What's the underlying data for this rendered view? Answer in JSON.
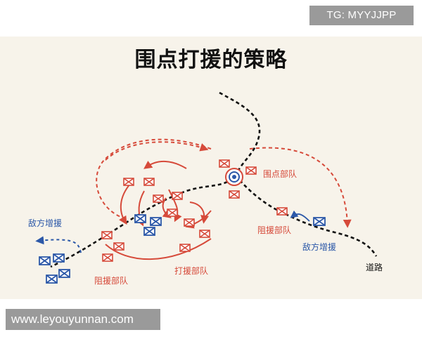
{
  "watermark_top": "TG: MYYJJPP",
  "watermark_bottom": "www.leyouyunnan.com",
  "title": "围点打援的策略",
  "labels": {
    "siege_unit": "围点部队",
    "block_unit_right": "阻援部队",
    "enemy_reinforce_left": "敌方增援",
    "enemy_reinforce_right": "敌方增援",
    "block_unit_bottom": "阻援部队",
    "strike_unit": "打援部队",
    "road": "道路"
  },
  "colors": {
    "friendly": "#d64a3a",
    "enemy": "#2c58a8",
    "road": "#111111",
    "background": "#f7f3ea"
  }
}
